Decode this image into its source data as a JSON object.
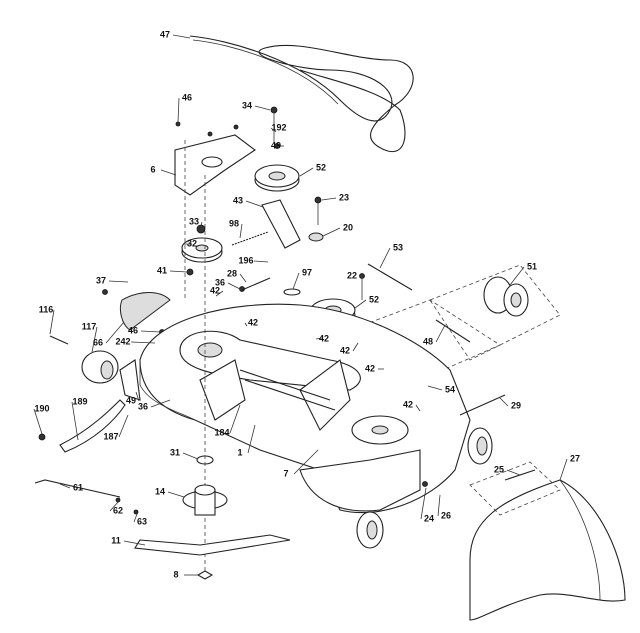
{
  "diagram": {
    "type": "exploded parts diagram",
    "callouts": [
      "47",
      "46",
      "34",
      "192",
      "49",
      "52",
      "6",
      "43",
      "23",
      "33",
      "98",
      "20",
      "32",
      "196",
      "97",
      "22",
      "53",
      "51",
      "41",
      "28",
      "37",
      "36",
      "42",
      "52",
      "116",
      "42",
      "46",
      "117",
      "242",
      "66",
      "42",
      "48",
      "42",
      "42",
      "54",
      "190",
      "189",
      "49",
      "36",
      "187",
      "184",
      "1",
      "42",
      "29",
      "7",
      "31",
      "14",
      "25",
      "27",
      "61",
      "62",
      "63",
      "24",
      "26",
      "11",
      "8"
    ]
  }
}
